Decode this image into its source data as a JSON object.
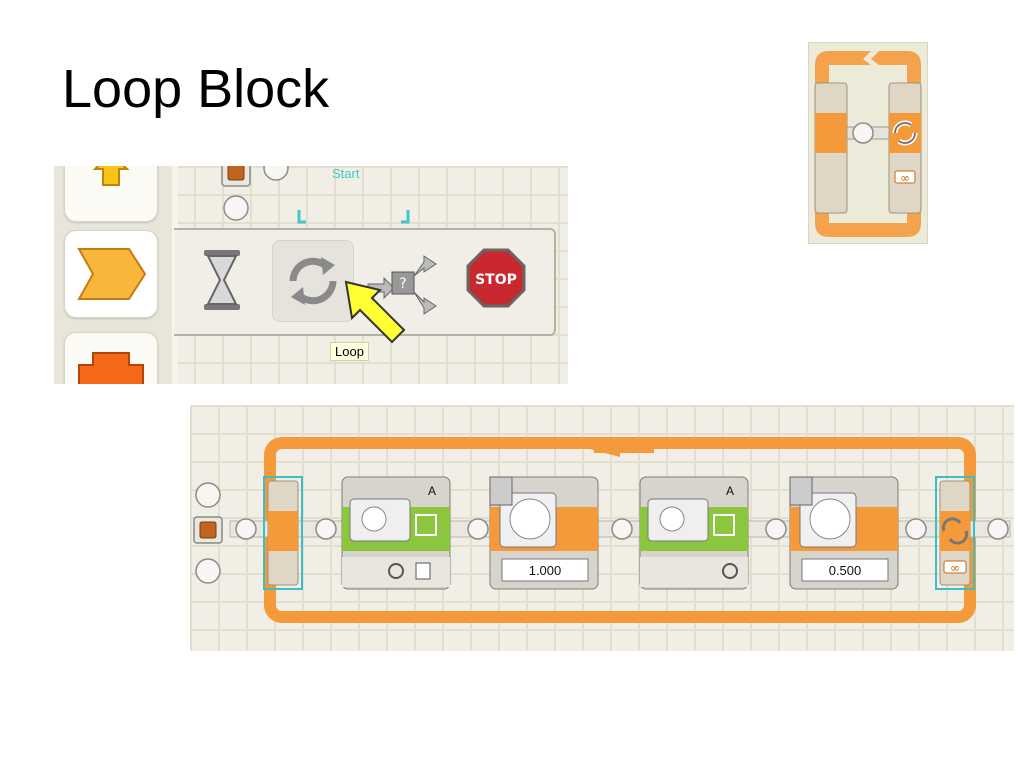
{
  "slide": {
    "title": "Loop Block"
  },
  "palette": {
    "start_label": "Start",
    "tooltip": "Loop",
    "flyout_items": [
      {
        "icon": "hourglass-icon",
        "label": "Wait"
      },
      {
        "icon": "loop-icon",
        "label": "Loop"
      },
      {
        "icon": "switch-icon",
        "label": "Switch"
      },
      {
        "icon": "stop-sign-icon",
        "label": "STOP"
      }
    ]
  },
  "program": {
    "blocks": [
      {
        "type": "motor",
        "port": "A"
      },
      {
        "type": "wait",
        "value": "1.000"
      },
      {
        "type": "motor",
        "port": "A"
      },
      {
        "type": "wait",
        "value": "0.500"
      }
    ],
    "loop_mode_icon": "infinity-icon"
  },
  "colors": {
    "loop_orange": "#f59a3b",
    "highlight_teal": "#3bbfc4",
    "motor_green": "#8cc63f"
  }
}
